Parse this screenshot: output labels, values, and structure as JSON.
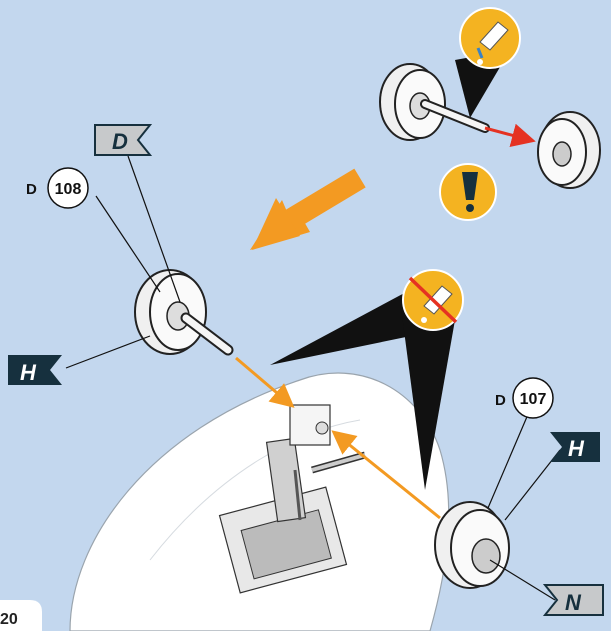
{
  "step": {
    "page_number": "20"
  },
  "parts": [
    {
      "sprue": "D",
      "number": "108"
    },
    {
      "sprue": "D",
      "number": "107"
    }
  ],
  "flags": {
    "sprue_flag_left": "D",
    "paint_flag_left": "H",
    "paint_flag_right": "H",
    "paint_flag_bottom": "N"
  },
  "callouts": {
    "glue_allowed_icon": "glue-tube-icon",
    "no_glue_icon": "no-glue-icon",
    "attention_icon": "exclamation-icon"
  },
  "colors": {
    "background": "#c3d7ee",
    "accent_orange": "#f39a22",
    "callout_yellow": "#f4b321",
    "flag_dark": "#16303e",
    "flag_light": "#c7c9cb",
    "arrow_red": "#e53222"
  }
}
